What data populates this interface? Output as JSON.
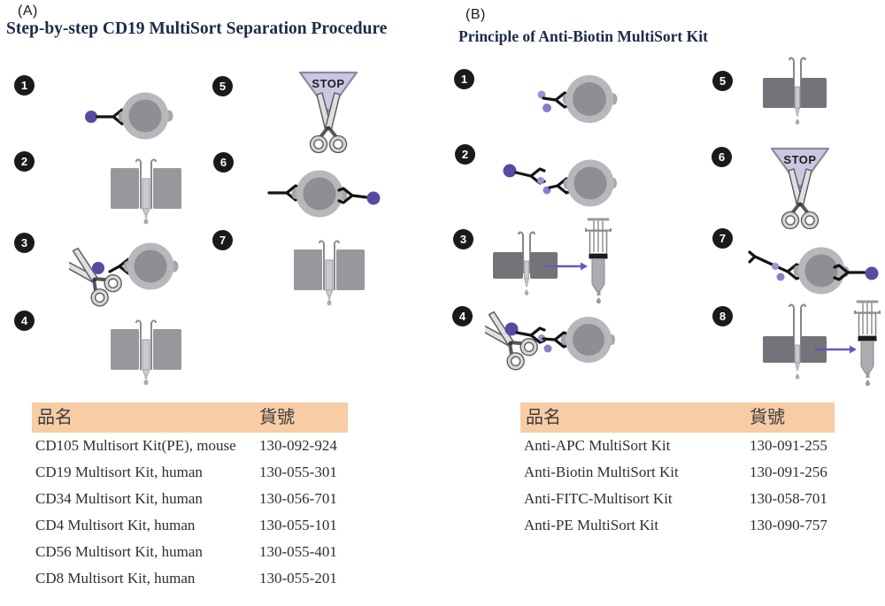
{
  "panels": {
    "a": {
      "label": "(A)",
      "title": "Step-by-step CD19 MultiSort Separation Procedure",
      "steps": [
        {
          "number": "1",
          "icon": "bead-antibody-bound-cell"
        },
        {
          "number": "2",
          "icon": "magnetic-separation-column"
        },
        {
          "number": "3",
          "icon": "scissors-cleaving-bead-from-cell"
        },
        {
          "number": "4",
          "icon": "magnetic-separation-column"
        },
        {
          "number": "5",
          "icon": "stop-sign-with-scissors"
        },
        {
          "number": "6",
          "icon": "cell-with-released-bead-antibody"
        },
        {
          "number": "7",
          "icon": "magnetic-separation-column"
        }
      ]
    },
    "b": {
      "label": "(B)",
      "title": "Principle of Anti-Biotin MultiSort Kit",
      "steps": [
        {
          "number": "1",
          "icon": "biotin-antibody-bound-cell"
        },
        {
          "number": "2",
          "icon": "bead-anti-biotin-antibody-cell"
        },
        {
          "number": "3",
          "icon": "column-eluted-to-syringe"
        },
        {
          "number": "4",
          "icon": "scissors-cleaving-bead-from-cell"
        },
        {
          "number": "5",
          "icon": "magnetic-separation-column"
        },
        {
          "number": "6",
          "icon": "stop-sign-with-scissors"
        },
        {
          "number": "7",
          "icon": "biotin-cell-with-released-bead-antibody"
        },
        {
          "number": "8",
          "icon": "column-eluted-to-syringe"
        }
      ]
    }
  },
  "labels": {
    "stop": "STOP"
  },
  "tables": {
    "a": {
      "headers": {
        "name": "品名",
        "code": "貨號"
      },
      "rows": [
        {
          "name": "CD105 Multisort Kit(PE), mouse",
          "code": "130-092-924"
        },
        {
          "name": "CD19 Multisort Kit, human",
          "code": "130-055-301"
        },
        {
          "name": "CD34 Multisort Kit, human",
          "code": "130-056-701"
        },
        {
          "name": "CD4 Multisort Kit, human",
          "code": "130-055-101"
        },
        {
          "name": "CD56 Multisort Kit, human",
          "code": "130-055-401"
        },
        {
          "name": "CD8 Multisort Kit, human",
          "code": "130-055-201"
        }
      ]
    },
    "b": {
      "headers": {
        "name": "品名",
        "code": "貨號"
      },
      "rows": [
        {
          "name": "Anti-APC MultiSort Kit",
          "code": "130-091-255"
        },
        {
          "name": "Anti-Biotin MultiSort Kit",
          "code": "130-091-256"
        },
        {
          "name": "Anti-FITC-Multisort Kit",
          "code": "130-058-701"
        },
        {
          "name": "Anti-PE MultiSort Kit",
          "code": "130-090-757"
        }
      ]
    }
  },
  "colors": {
    "table_header_bg": "#f8cca5",
    "magnetic_bead": "#5b49a1",
    "biotin": "#9c8ed5",
    "arrow": "#6557c1",
    "title_text": "#1c2b4a",
    "step_badge_bg": "#1a1a1c",
    "cell_outer": "#b7b7bc",
    "cell_inner": "#8e8e93",
    "column_gray_panel_a": "#98989c",
    "column_gray_panel_b": "#737379",
    "stop_triangle_fill": "#cdc6e3"
  }
}
